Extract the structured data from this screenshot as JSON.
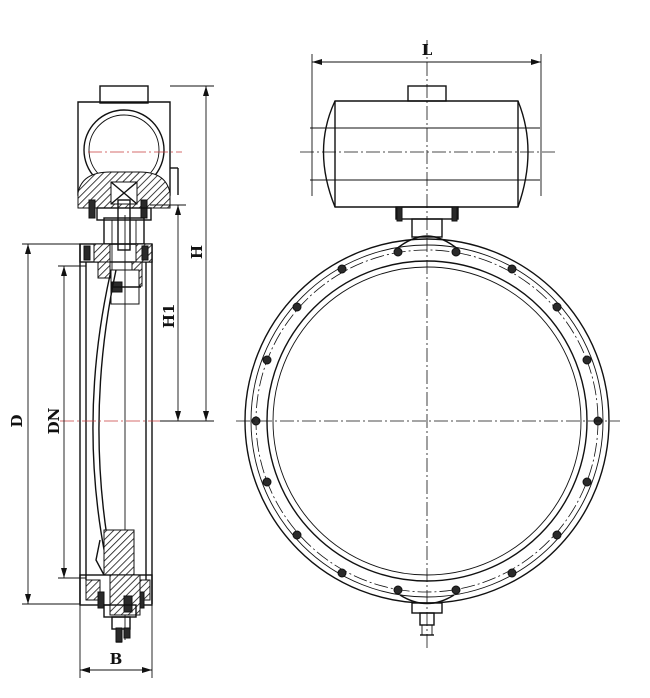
{
  "dimension_labels": {
    "L": "L",
    "H": "H",
    "H1": "H1",
    "D": "D",
    "DN": "DN",
    "B": "B"
  }
}
